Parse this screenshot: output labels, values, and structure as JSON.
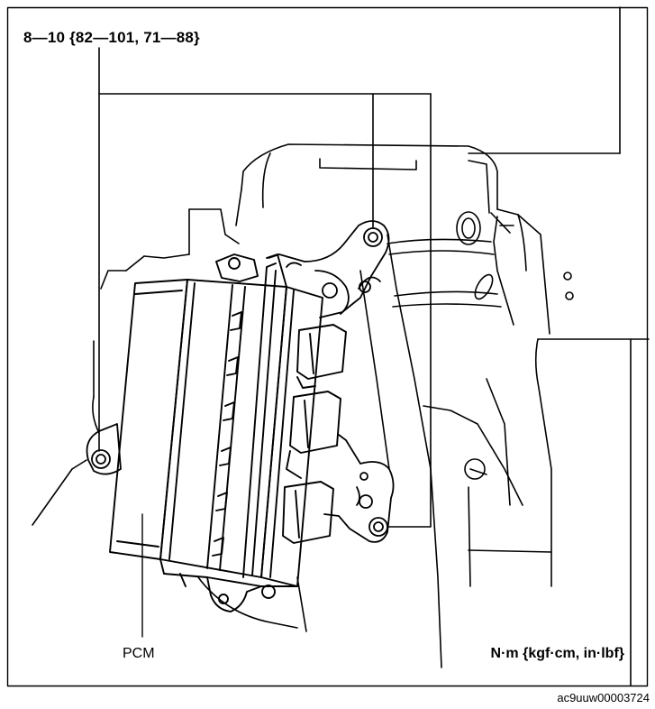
{
  "labels": {
    "torque_spec": "8—10 {82—101, 71—88}",
    "component": "PCM",
    "unit": "N·m {kgf·cm, in·lbf}",
    "figure_code": "ac9uuw00003724"
  },
  "colors": {
    "line": "#000000",
    "background": "#ffffff"
  }
}
